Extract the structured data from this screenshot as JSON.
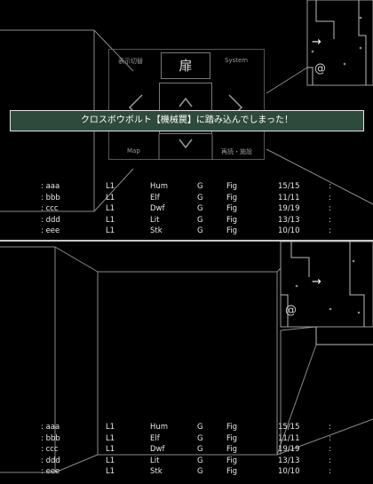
{
  "menu": {
    "display_toggle": "表示切替",
    "system": "System",
    "map": "Map",
    "rest": "再読・施設",
    "door": "扉"
  },
  "message": "クロスボウボルト【機械罠】に踏み込んでしまった！",
  "minimap": {
    "arrow": "→",
    "player": "@"
  },
  "party_top": [
    {
      "name": ": aaa",
      "level": "L1",
      "race": "Hum",
      "align": "G",
      "class": "Fig",
      "hp": "15/15",
      "status": ":"
    },
    {
      "name": ": bbb",
      "level": "L1",
      "race": "Elf",
      "align": "G",
      "class": "Fig",
      "hp": "11/11",
      "status": ":"
    },
    {
      "name": ": ccc",
      "level": "L1",
      "race": "Dwf",
      "align": "G",
      "class": "Fig",
      "hp": "19/19",
      "status": ":"
    },
    {
      "name": ": ddd",
      "level": "L1",
      "race": "Lit",
      "align": "G",
      "class": "Fig",
      "hp": "13/13",
      "status": ":"
    },
    {
      "name": ": eee",
      "level": "L1",
      "race": "Stk",
      "align": "G",
      "class": "Fig",
      "hp": "10/10",
      "status": ":"
    }
  ],
  "party_bottom": [
    {
      "name": ": aaa",
      "level": "L1",
      "race": "Hum",
      "align": "G",
      "class": "Fig",
      "hp": "15/15",
      "status": ":"
    },
    {
      "name": ": bbb",
      "level": "L1",
      "race": "Elf",
      "align": "G",
      "class": "Fig",
      "hp": "11/11",
      "status": ":"
    },
    {
      "name": ": ccc",
      "level": "L1",
      "race": "Dwf",
      "align": "G",
      "class": "Fig",
      "hp": "19/19",
      "status": ":"
    },
    {
      "name": ": ddd",
      "level": "L1",
      "race": "Lit",
      "align": "G",
      "class": "Fig",
      "hp": "13/13",
      "status": ":"
    },
    {
      "name": ": eee",
      "level": "L1",
      "race": "Stk",
      "align": "G",
      "class": "Fig",
      "hp": "10/10",
      "status": ":"
    }
  ],
  "colors": {
    "banner_bg": "#2e4a3c",
    "wall_line": "#8a8a8a",
    "separator": "#c8c8c8"
  }
}
